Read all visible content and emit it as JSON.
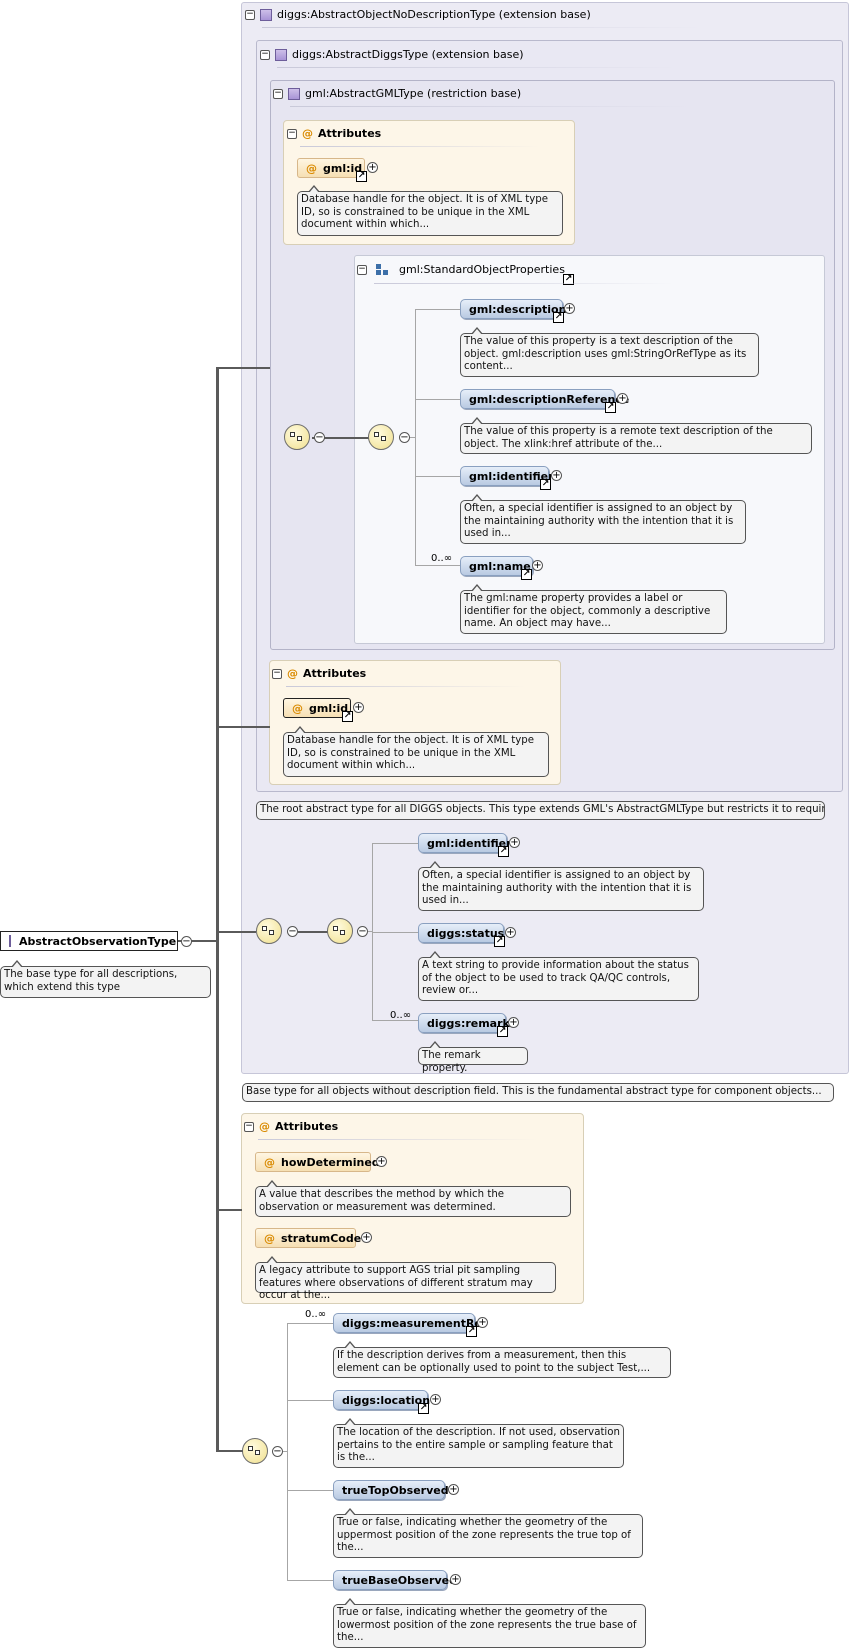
{
  "root": {
    "name": "AbstractObservationType",
    "doc": "The base type for all descriptions, which extend this type"
  },
  "ext1": {
    "title": "diggs:AbstractObjectNoDescriptionType (extension base)",
    "doc": "Base type for all objects without description field. This is the fundamental abstract type for component objects..."
  },
  "ext2": {
    "title": "diggs:AbstractDiggsType (extension base)",
    "doc": "The root abstract type for all DIGGS objects. This type extends GML's AbstractGMLType but restricts it to require a..."
  },
  "restr": {
    "title": "gml:AbstractGMLType (restriction base)"
  },
  "attrs_gml": {
    "title": "Attributes",
    "attr_name": "gml:id",
    "attr_doc": "Database handle for the object. It is of XML type ID, so is constrained to be unique in the XML document within which..."
  },
  "std_props": {
    "title": "gml:StandardObjectProperties",
    "elements": [
      {
        "name": "gml:description",
        "doc": "The value of this property is a text description of the object. gml:description uses gml:StringOrRefType as its content..."
      },
      {
        "name": "gml:descriptionReference",
        "doc": "The value of this property is a remote text description of the object. The xlink:href attribute of the..."
      },
      {
        "name": "gml:identifier",
        "doc": "Often, a special identifier is assigned to an object by the maintaining authority with the intention that it is used in..."
      },
      {
        "name": "gml:name",
        "doc": "The gml:name property provides a label or identifier for the object, commonly a descriptive name. An object may have..."
      }
    ],
    "name_card": "0..∞"
  },
  "attrs_diggs": {
    "title": "Attributes",
    "attr_name": "gml:id",
    "attr_doc": "Database handle for the object. It is of XML type ID, so is constrained to be unique in the XML document within which..."
  },
  "noDesc_seq": {
    "elements": [
      {
        "name": "gml:identifier",
        "doc": "Often, a special identifier is assigned to an object by the maintaining authority with the intention that it is used in..."
      },
      {
        "name": "diggs:status",
        "doc": "A text string to provide information about the status of the object to be used to track QA/QC controls, review or..."
      },
      {
        "name": "diggs:remark",
        "doc": "The remark property."
      }
    ],
    "remark_card": "0..∞"
  },
  "obs_attrs": {
    "title": "Attributes",
    "items": [
      {
        "name": "howDetermined",
        "doc": "A value that describes the method by which the observation or measurement was determined."
      },
      {
        "name": "stratumCode",
        "doc": "A legacy attribute to support AGS trial pit sampling features where observations of different stratum may occur at the..."
      }
    ]
  },
  "obs_seq": {
    "card": "0..∞",
    "elements": [
      {
        "name": "diggs:measurementRef",
        "doc": "If the description derives from a measurement, then this element can be optionally used to point to the subject Test,..."
      },
      {
        "name": "diggs:location",
        "doc": "The location of the description. If not used, observation pertains to the entire sample or sampling feature that is the..."
      },
      {
        "name": "trueTopObserved",
        "doc": "True or false, indicating whether the geometry of the uppermost position of the zone represents the true top of the..."
      },
      {
        "name": "trueBaseObserved",
        "doc": "True or false, indicating whether the geometry of the lowermost position of the zone represents the true base of the..."
      }
    ]
  },
  "symbols": {
    "collapse": "−",
    "expand": "+",
    "ref": "↗",
    "at": "@"
  }
}
